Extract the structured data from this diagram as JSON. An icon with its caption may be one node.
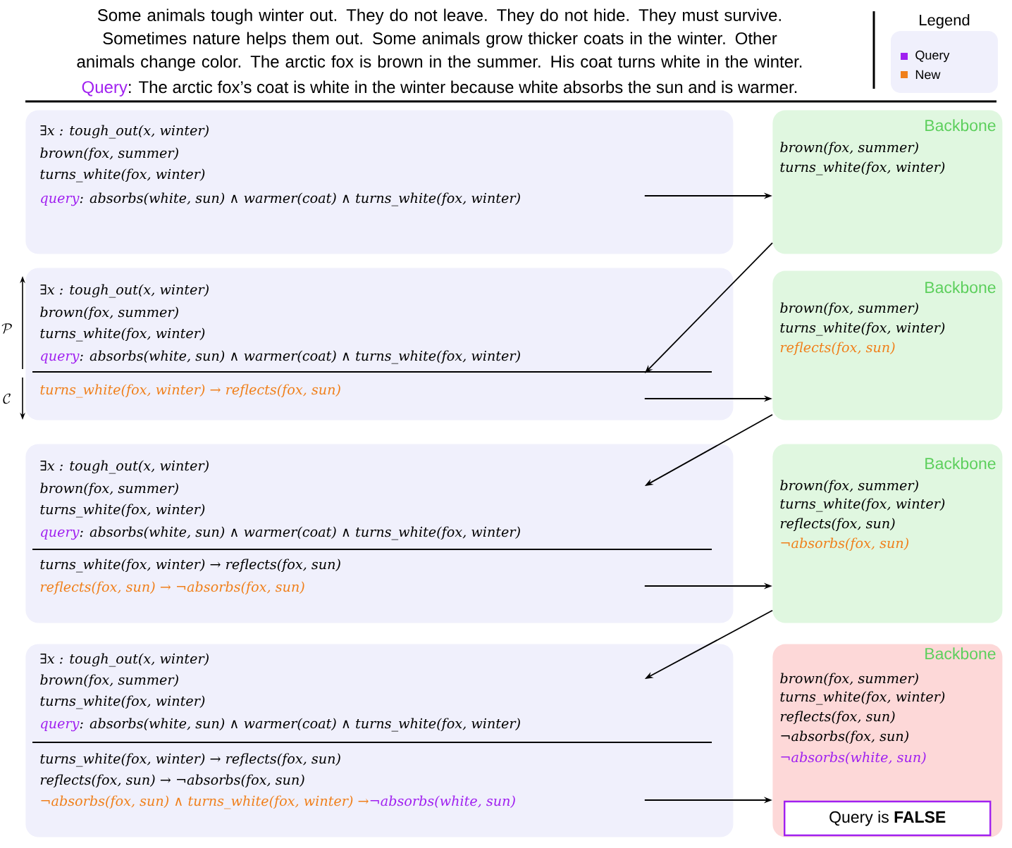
{
  "diagram": {
    "nodes": [
      {
        "text": [
          "∃x : tough_out(x, winter)",
          "brown(fox, summer)",
          "turns_white(fox, winter)",
          "query",
          ": absorbs(white, sun) ∧ warmer(coat) ∧ turns_white(fox, winter)"
        ]
      },
      {
        "text": [
          "Backbone",
          "brown(fox, summer)",
          "turns_white(fox, winter)"
        ]
      },
      {
        "text": [
          "∃x : tough_out(x, winter)",
          "brown(fox, summer)",
          "turns_white(fox, winter)",
          "query",
          ": absorbs(white, sun) ∧ warmer(coat) ∧ turns_white(fox, winter)",
          "turns_white(fox, winter) → reflects(fox, sun)"
        ]
      },
      {
        "text": [
          "Backbone",
          "brown(fox, summer)",
          "turns_white(fox, winter)",
          "reflects(fox, sun)"
        ]
      },
      {
        "text": [
          "∃x : tough_out(x, winter)",
          "brown(fox, summer)",
          "turns_white(fox, winter)",
          "query",
          ": absorbs(white, sun) ∧ warmer(coat) ∧ turns_white(fox, winter)",
          "turns_white(fox, winter) → reflects(fox, sun)",
          "reflects(fox, sun) → ¬absorbs(fox, sun)"
        ]
      },
      {
        "text": [
          "Backbone",
          "brown(fox, summer)",
          "turns_white(fox, winter)",
          "reflects(fox, sun)",
          "¬absorbs(fox, sun)"
        ]
      },
      {
        "text": [
          "∃x : tough_out(x, winter)",
          "brown(fox, summer)",
          "turns_white(fox, winter)",
          "query",
          ": absorbs(white, sun) ∧ warmer(coat) ∧ turns_white(fox, winter)",
          "turns_white(fox, winter) → reflects(fox, sun)",
          "reflects(fox, sun) → ¬absorbs(fox, sun)",
          "¬absorbs(fox, sun) ∧ turns_white(fox, winter) →",
          "¬absorbs(white, sun)"
        ]
      },
      {
        "text": [
          "Backbone",
          "brown(fox, summer)",
          "turns_white(fox, winter)",
          "reflects(fox, sun)",
          "¬absorbs(fox, sun)",
          "¬absorbs(white, sun)"
        ]
      },
      {
        "text": [
          "Query is **FALSE**"
        ],
        "in": 7
      }
    ],
    "edges": [
      {
        "from": 0,
        "to": 1,
        "arrow": "to"
      },
      {
        "from": 1,
        "to": 2,
        "arrow": "to"
      },
      {
        "from": 2,
        "to": 3,
        "arrow": "to"
      },
      {
        "from": 3,
        "to": 4,
        "arrow": "to"
      },
      {
        "from": 4,
        "to": 5,
        "arrow": "to"
      },
      {
        "from": 5,
        "to": 6,
        "arrow": "to"
      },
      {
        "from": 6,
        "to": 7,
        "arrow": "to"
      }
    ],
    "labels": [
      "Some animals tough winter out. They do not leave. They do not hide. They must survive. Sometimes nature helps them out. Some animals grow thicker coats in the winter. Other animals change color. The arctic fox is brown in the summer. His coat turns white in the winter.",
      "Query",
      ": The arctic fox’s coat is white in the winter because white absorbs the sun and is warmer.",
      "Legend",
      "\\mathcal{P}",
      "\\mathcal{C}"
    ],
    "legend": [
      {
        "text": "Query",
        "color": "#a020f0"
      },
      {
        "text": "New",
        "color": "#f07f1a"
      }
    ]
  }
}
